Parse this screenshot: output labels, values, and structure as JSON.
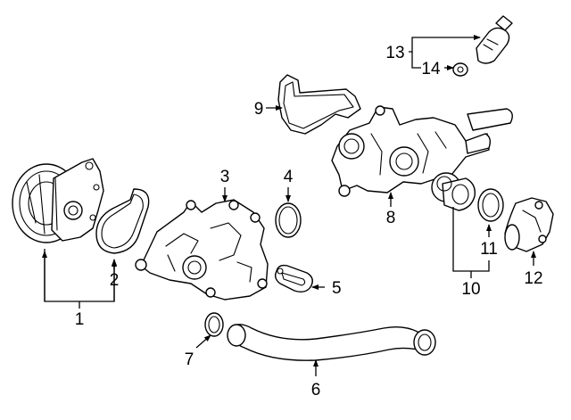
{
  "callouts": [
    "1",
    "2",
    "3",
    "4",
    "5",
    "6",
    "7",
    "8",
    "9",
    "10",
    "11",
    "12",
    "13",
    "14"
  ],
  "colors": {
    "line": "#000000",
    "background": "#ffffff"
  }
}
